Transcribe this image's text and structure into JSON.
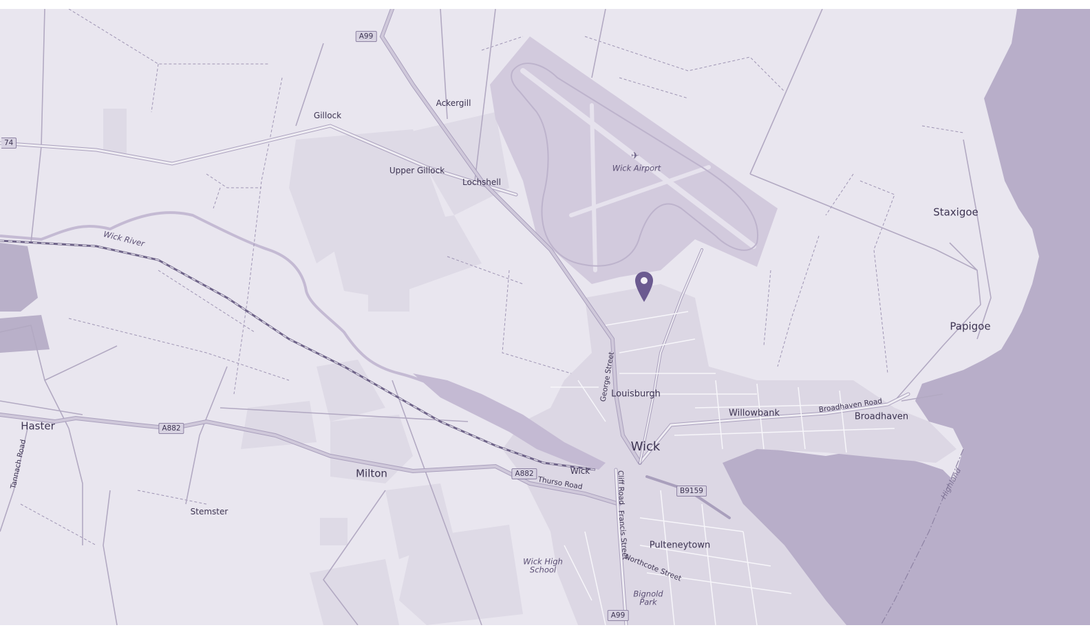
{
  "colors": {
    "land": "#e9e6ef",
    "sea": "#b8aec9",
    "airport": "#d2cadd",
    "urban": "#dcd7e4",
    "road": "#ffffff",
    "road_casing": "#b2a9c2",
    "major_road": "#c7bfd4",
    "rail": "#6e6388",
    "marker": "#6b5a90",
    "river": "#c4bad3"
  },
  "places": {
    "ackergill": "Ackergill",
    "gillock": "Gillock",
    "upper_gillock": "Upper Gillock",
    "lochshell": "Lochshell",
    "wick_airport": "Wick Airport",
    "staxigoe": "Staxigoe",
    "papigoe": "Papigoe",
    "louisburgh": "Louisburgh",
    "willowbank": "Willowbank",
    "broadhaven": "Broadhaven",
    "wick": "Wick",
    "wick_station": "Wick",
    "haster": "Haster",
    "milton": "Milton",
    "stemster": "Stemster",
    "pulteneytown": "Pulteneytown",
    "wick_high_school": "Wick High School",
    "bignold_park": "Bignold Park",
    "wick_river": "Wick River",
    "highland": "Highland"
  },
  "roads": {
    "a99_north": "A99",
    "a99_south": "A99",
    "a882_west": "A882",
    "a882_east": "A882",
    "b9159": "B9159",
    "a74_partial": "74",
    "george_street": "George Street",
    "broadhaven_road": "Broadhaven Road",
    "thurso_road": "Thurso Road",
    "cliff_road": "Cliff Road",
    "francis_street": "Francis Street",
    "northcote_street": "Northcote Street",
    "tannach_road": "Tannach Road"
  },
  "icons": {
    "airport": "airplane-icon",
    "marker": "map-pin-icon"
  }
}
